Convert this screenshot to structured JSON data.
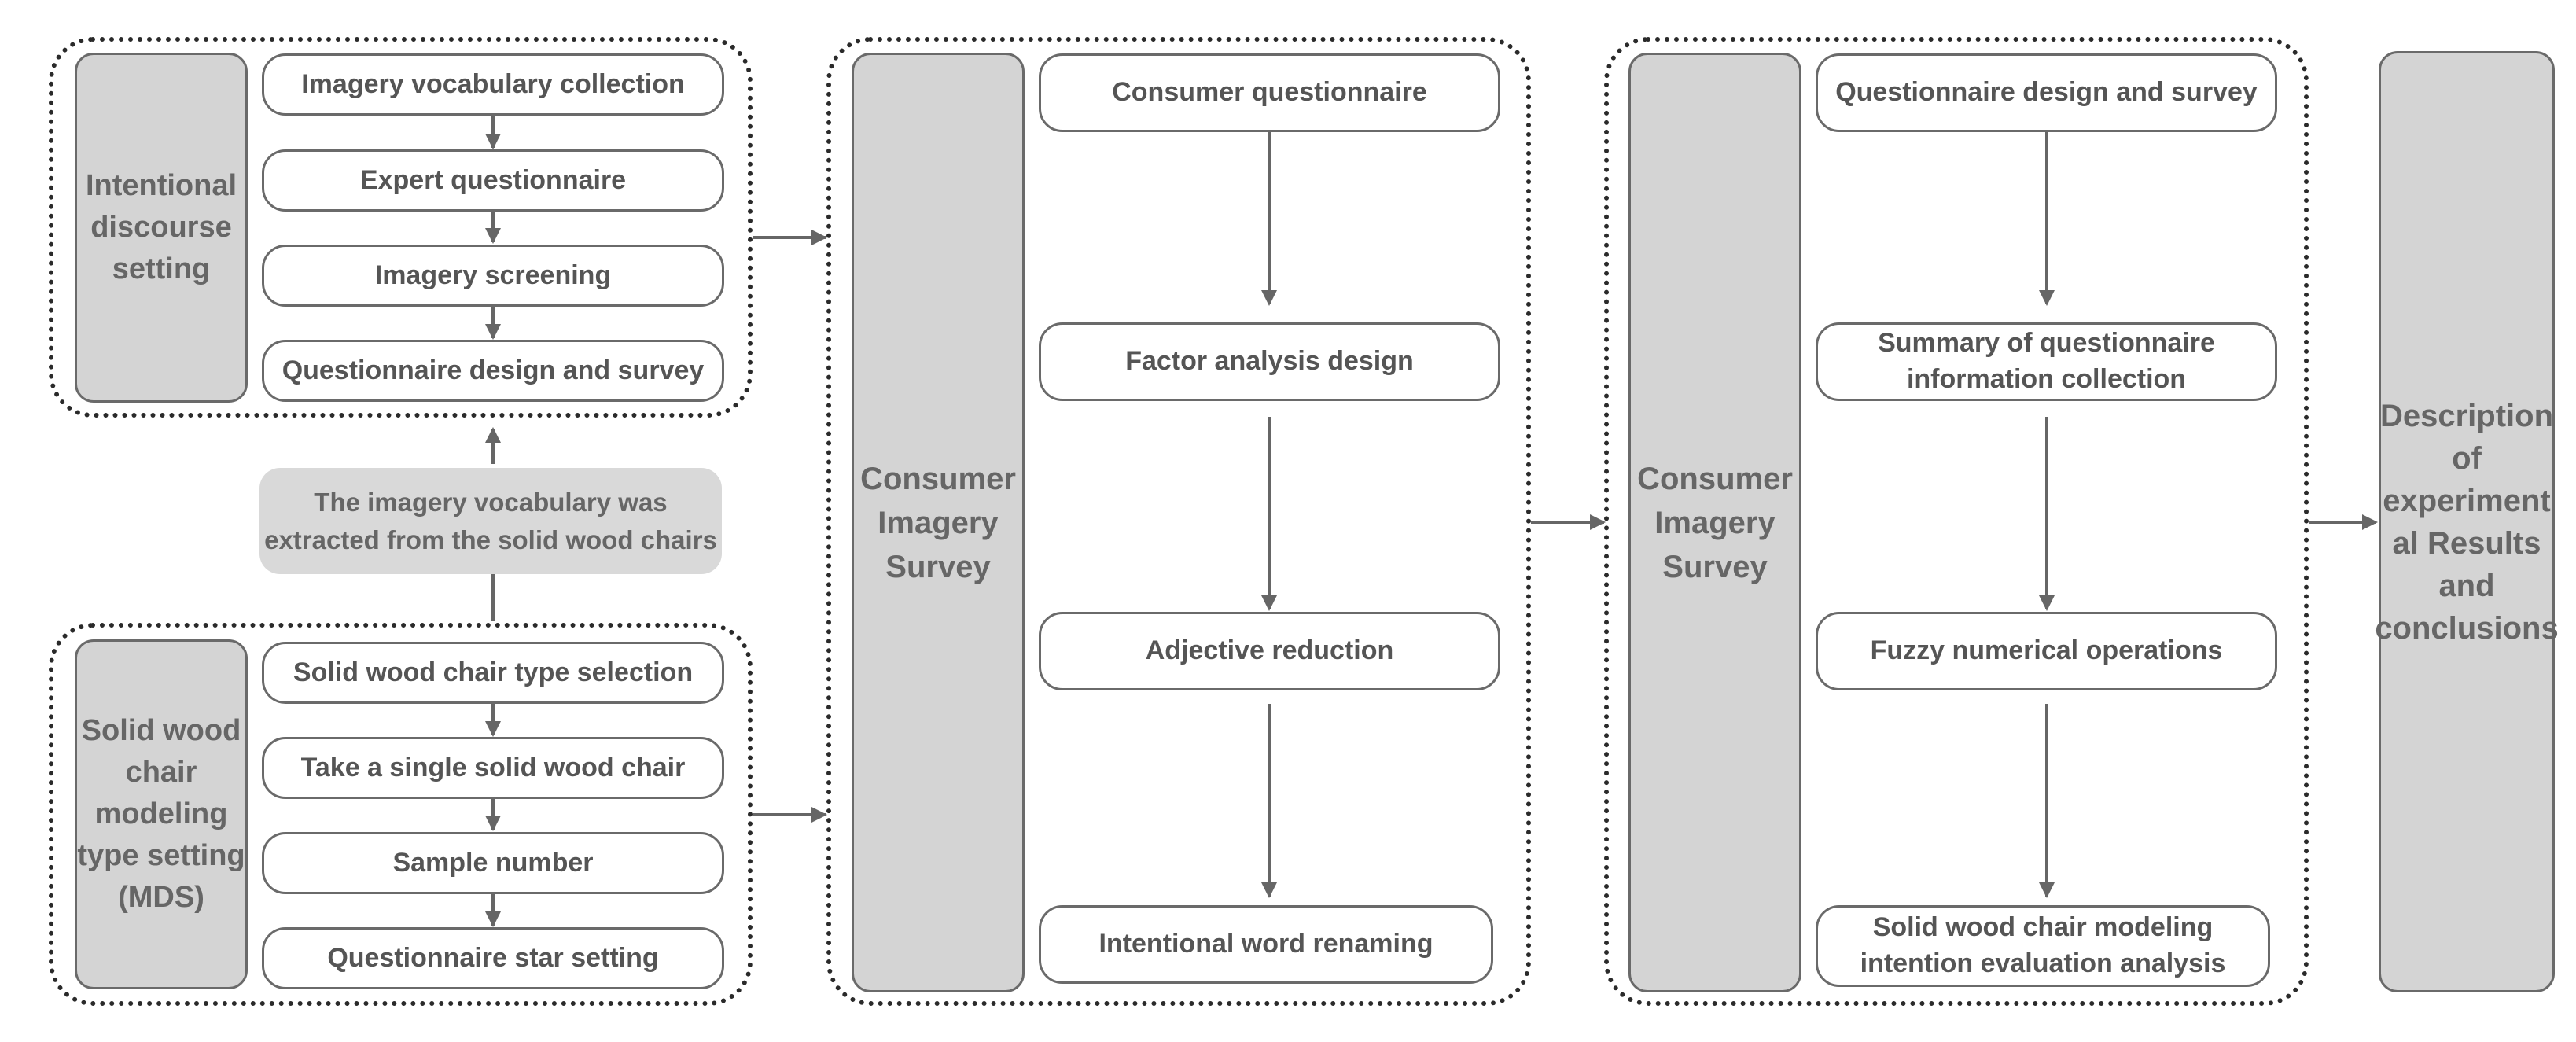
{
  "group1": {
    "label": "Intentional\ndiscourse\nsetting",
    "steps": [
      "Imagery vocabulary collection",
      "Expert questionnaire",
      "Imagery screening",
      "Questionnaire design and survey"
    ]
  },
  "note": "The imagery vocabulary was\nextracted from the solid wood chairs",
  "group2": {
    "label": "Solid wood\nchair\nmodeling\ntype setting\n(MDS)",
    "steps": [
      "Solid wood chair type selection",
      "Take a single solid wood chair",
      "Sample number",
      "Questionnaire star setting"
    ]
  },
  "group3": {
    "label": "Consumer\nImagery\nSurvey",
    "steps": [
      "Consumer questionnaire",
      "Factor analysis design",
      "Adjective reduction",
      "Intentional word renaming"
    ]
  },
  "group4": {
    "label": "Consumer\nImagery\nSurvey",
    "steps": [
      "Questionnaire design and survey",
      "Summary of questionnaire\ninformation collection",
      "Fuzzy numerical operations",
      "Solid wood chair modeling\nintention evaluation analysis"
    ]
  },
  "final": {
    "label": "Description\nof\nexperiment\nal Results\nand\nconclusions"
  }
}
